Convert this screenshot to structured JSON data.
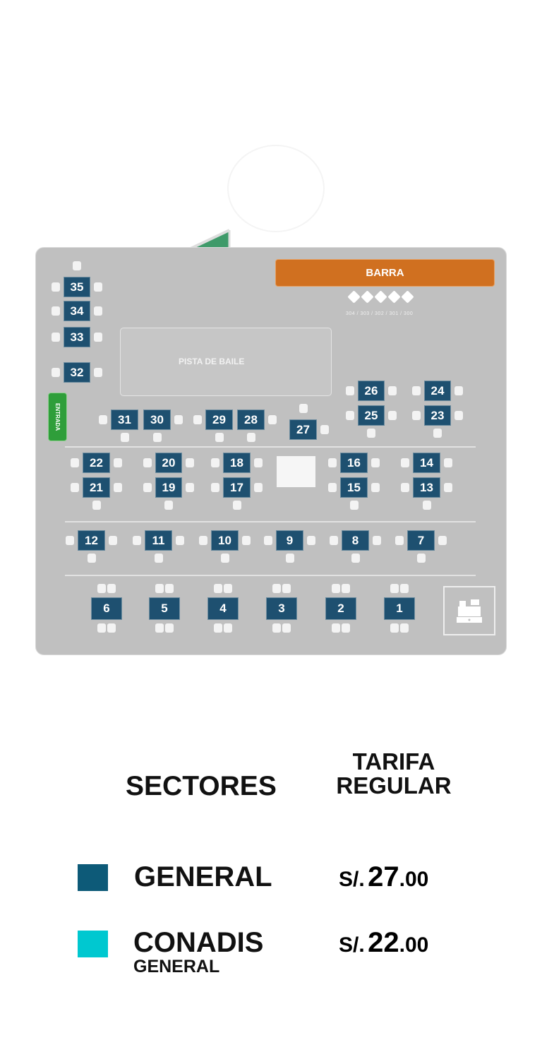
{
  "map": {
    "barra_label": "BARRA",
    "barra_stools": "304 / 303 / 302 / 301 / 300",
    "pista_label": "PISTA DE BAILE",
    "entrada_label": "ENTRADA",
    "tables": [
      "35",
      "34",
      "33",
      "32",
      "31",
      "30",
      "29",
      "28",
      "27",
      "26",
      "25",
      "24",
      "23",
      "22",
      "21",
      "20",
      "19",
      "18",
      "17",
      "16",
      "15",
      "14",
      "13",
      "12",
      "11",
      "10",
      "9",
      "8",
      "7",
      "6",
      "5",
      "4",
      "3",
      "2",
      "1"
    ],
    "table_color": "#1e5070",
    "icons": [
      "stage-icon",
      "cash-register-icon"
    ]
  },
  "legend": {
    "sectores_header": "SECTORES",
    "tarifa_header_line1": "TARIFA",
    "tarifa_header_line2": "REGULAR",
    "rows": [
      {
        "name": "GENERAL",
        "sub": "",
        "color": "#0d5a78",
        "currency": "S/.",
        "int": "27",
        "dec": ".00"
      },
      {
        "name": "CONADIS",
        "sub": "GENERAL",
        "color": "#00c8d0",
        "currency": "S/.",
        "int": "22",
        "dec": ".00"
      }
    ]
  }
}
